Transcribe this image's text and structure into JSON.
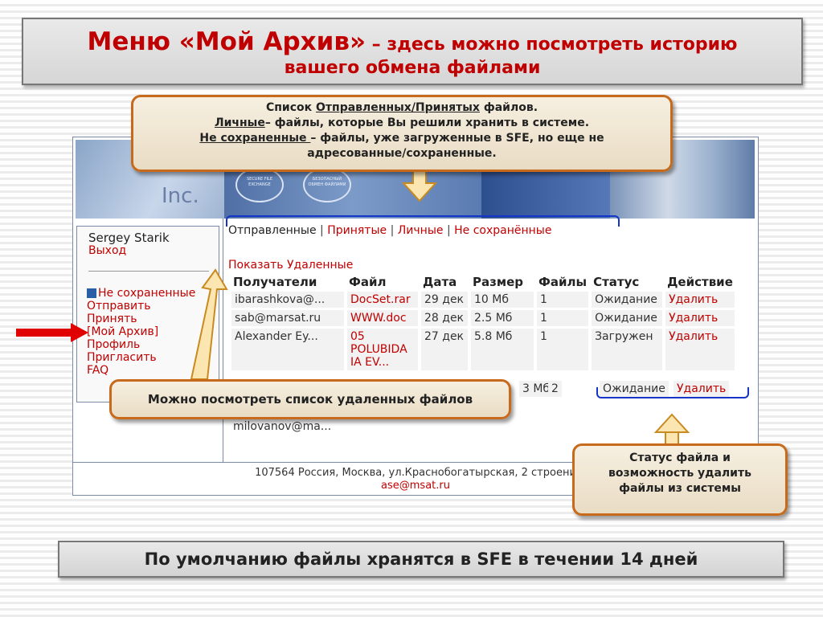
{
  "title": {
    "main": "Меню «Мой Архив»",
    "sub": " – здесь можно посмотреть историю",
    "line2": "вашего обмена файлами"
  },
  "banner": {
    "logo_text": "Inc.",
    "chip1": "SECURE FILE EXCHANGE",
    "chip2": "БЕЗОПАСНЫЙ ОБМЕН ФАЙЛАМИ"
  },
  "sidebar": {
    "user": "Sergey Starik",
    "logout": "Выход",
    "items": [
      "Не сохраненные",
      "Отправить",
      "Принять",
      "Мой Архив",
      "Профиль",
      "Пригласить",
      "FAQ"
    ]
  },
  "tabs": [
    "Отправленные",
    "Принятые",
    "Личные",
    "Не сохранённые"
  ],
  "show_deleted": "Показать Удаленные",
  "table": {
    "headers": [
      "Получатели",
      "Файл",
      "Дата",
      "Размер",
      "Файлы",
      "Статус",
      "Действие"
    ],
    "rows": [
      [
        "ibarashkova@...",
        "DocSet.rar",
        "29 дек",
        "10 Мб",
        "1",
        "Ожидание",
        "Удалить"
      ],
      [
        "sab@marsat.ru",
        "WWW.doc",
        "28 дек",
        "2.5 Мб",
        "1",
        "Ожидание",
        "Удалить"
      ],
      [
        "Alexander Ey...",
        "05 POLUBIDA IA EV...",
        "27 дек",
        "5.8 Мб",
        "1",
        "Загружен",
        "Удалить"
      ]
    ],
    "row4": {
      "size": "3 Мб",
      "files": "2",
      "status": "Ожидание",
      "action": "Удалить"
    },
    "row5_recipient": "milovanov@ma..."
  },
  "footer": {
    "address": "107564 Россия, Москва, ул.Краснобогатырская, 2 строени",
    "email": "ase@msat.ru"
  },
  "callouts": {
    "top": {
      "l1_a": "Список ",
      "l1_b": "Отправленных/Принятых",
      "l1_c": " файлов.",
      "l2_a": "Личные",
      "l2_b": "– файлы, которые Вы решили хранить в системе.",
      "l3_a": "Не сохраненные ",
      "l3_b": "– файлы, уже загруженные в SFE, но еще не",
      "l4": "адресованные/сохраненные."
    },
    "left": "Можно посмотреть список  удаленных файлов",
    "right": [
      "Статус файла и",
      "возможность удалить",
      "файлы из системы"
    ]
  },
  "bottom_note": "По умолчанию файлы хранятся в SFE  в течении 14 дней",
  "colors": {
    "accent_red": "#c00000",
    "callout_border": "#c76a1b",
    "brace_blue": "#1535c8"
  }
}
